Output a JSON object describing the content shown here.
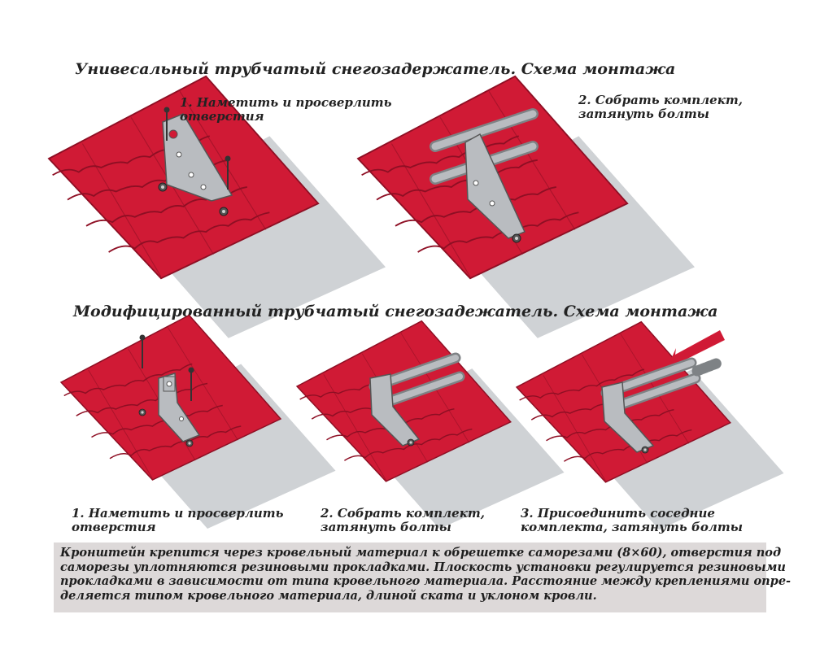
{
  "section1": {
    "title": "Унивесальный трубчатый снегозадержатель. Схема монтажа",
    "step1": {
      "line1": "1. Наметить и просверлить",
      "line2": "отверстия"
    },
    "step2": {
      "line1": "2. Собрать комплект,",
      "line2": "затянуть болты"
    }
  },
  "section2": {
    "title": "Модифицированный трубчатый снегозадежатель. Схема монтажа",
    "step1": {
      "line1": "1. Наметить и просверлить",
      "line2": "отверстия"
    },
    "step2": {
      "line1": "2. Собрать комплект,",
      "line2": "затянуть болты"
    },
    "step3": {
      "line1": "3. Присоединить соседние",
      "line2": "комплекта, затянуть болты"
    }
  },
  "note": {
    "line1": "Кронштейн крепится через кровельный материал к обрешетке саморезами (8×60), отверстия под",
    "line2": "саморезы уплотняются резиновыми прокладками. Плоскость установки регулируется резиновыми",
    "line3": "прокладками в зависимости от типа кровельного материала. Расстояние между креплениями опре-",
    "line4": "деляется типом кровельного материала, длиной ската и уклоном кровли."
  },
  "colors": {
    "roof_red": "#d01a35",
    "roof_dark": "#8e0f24",
    "metal": "#b9bcc0",
    "note_bg": "#ddd9d9"
  }
}
